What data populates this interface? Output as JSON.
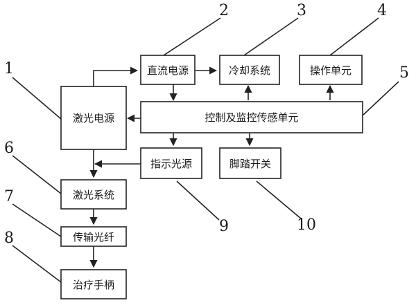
{
  "blocks": {
    "laser_power": "激光电源",
    "dc_power": "直流电源",
    "cooling": "冷却系统",
    "operation": "操作单元",
    "control": "控制及监控传感单元",
    "indicator": "指示光源",
    "foot_switch": "脚踏开关",
    "laser_system": "激光系统",
    "fiber": "传输光纤",
    "handpiece": "治疗手柄"
  },
  "callouts": {
    "n1": "1",
    "n2": "2",
    "n3": "3",
    "n4": "4",
    "n5": "5",
    "n6": "6",
    "n7": "7",
    "n8": "8",
    "n9": "9",
    "n10": "10"
  }
}
